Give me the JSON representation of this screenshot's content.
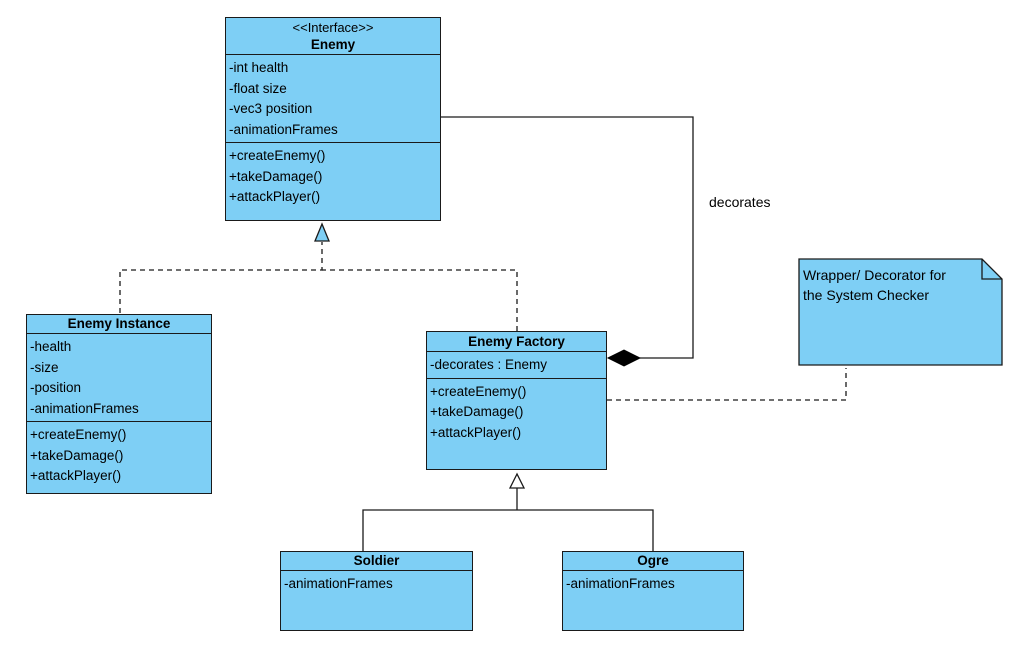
{
  "classes": {
    "enemy": {
      "stereotype": "<<Interface>>",
      "name": "Enemy",
      "attributes": [
        "-int health",
        "-float size",
        "-vec3 position",
        "-animationFrames"
      ],
      "operations": [
        "+createEnemy()",
        "+takeDamage()",
        "+attackPlayer()"
      ]
    },
    "enemy_instance": {
      "name": "Enemy Instance",
      "attributes": [
        "-health",
        "-size",
        "-position",
        "-animationFrames"
      ],
      "operations": [
        "+createEnemy()",
        "+takeDamage()",
        "+attackPlayer()"
      ]
    },
    "enemy_factory": {
      "name": "Enemy Factory",
      "attributes": [
        "-decorates : Enemy"
      ],
      "operations": [
        "+createEnemy()",
        "+takeDamage()",
        "+attackPlayer()"
      ]
    },
    "soldier": {
      "name": "Soldier",
      "attributes": [
        "-animationFrames"
      ]
    },
    "ogre": {
      "name": "Ogre",
      "attributes": [
        "-animationFrames"
      ]
    }
  },
  "note": {
    "lines": [
      "Wrapper/ Decorator for",
      "the System Checker"
    ]
  },
  "edges": {
    "decorates_label": "decorates"
  },
  "colors": {
    "class_fill": "#7ecff5",
    "stroke": "#1a1a1a"
  }
}
